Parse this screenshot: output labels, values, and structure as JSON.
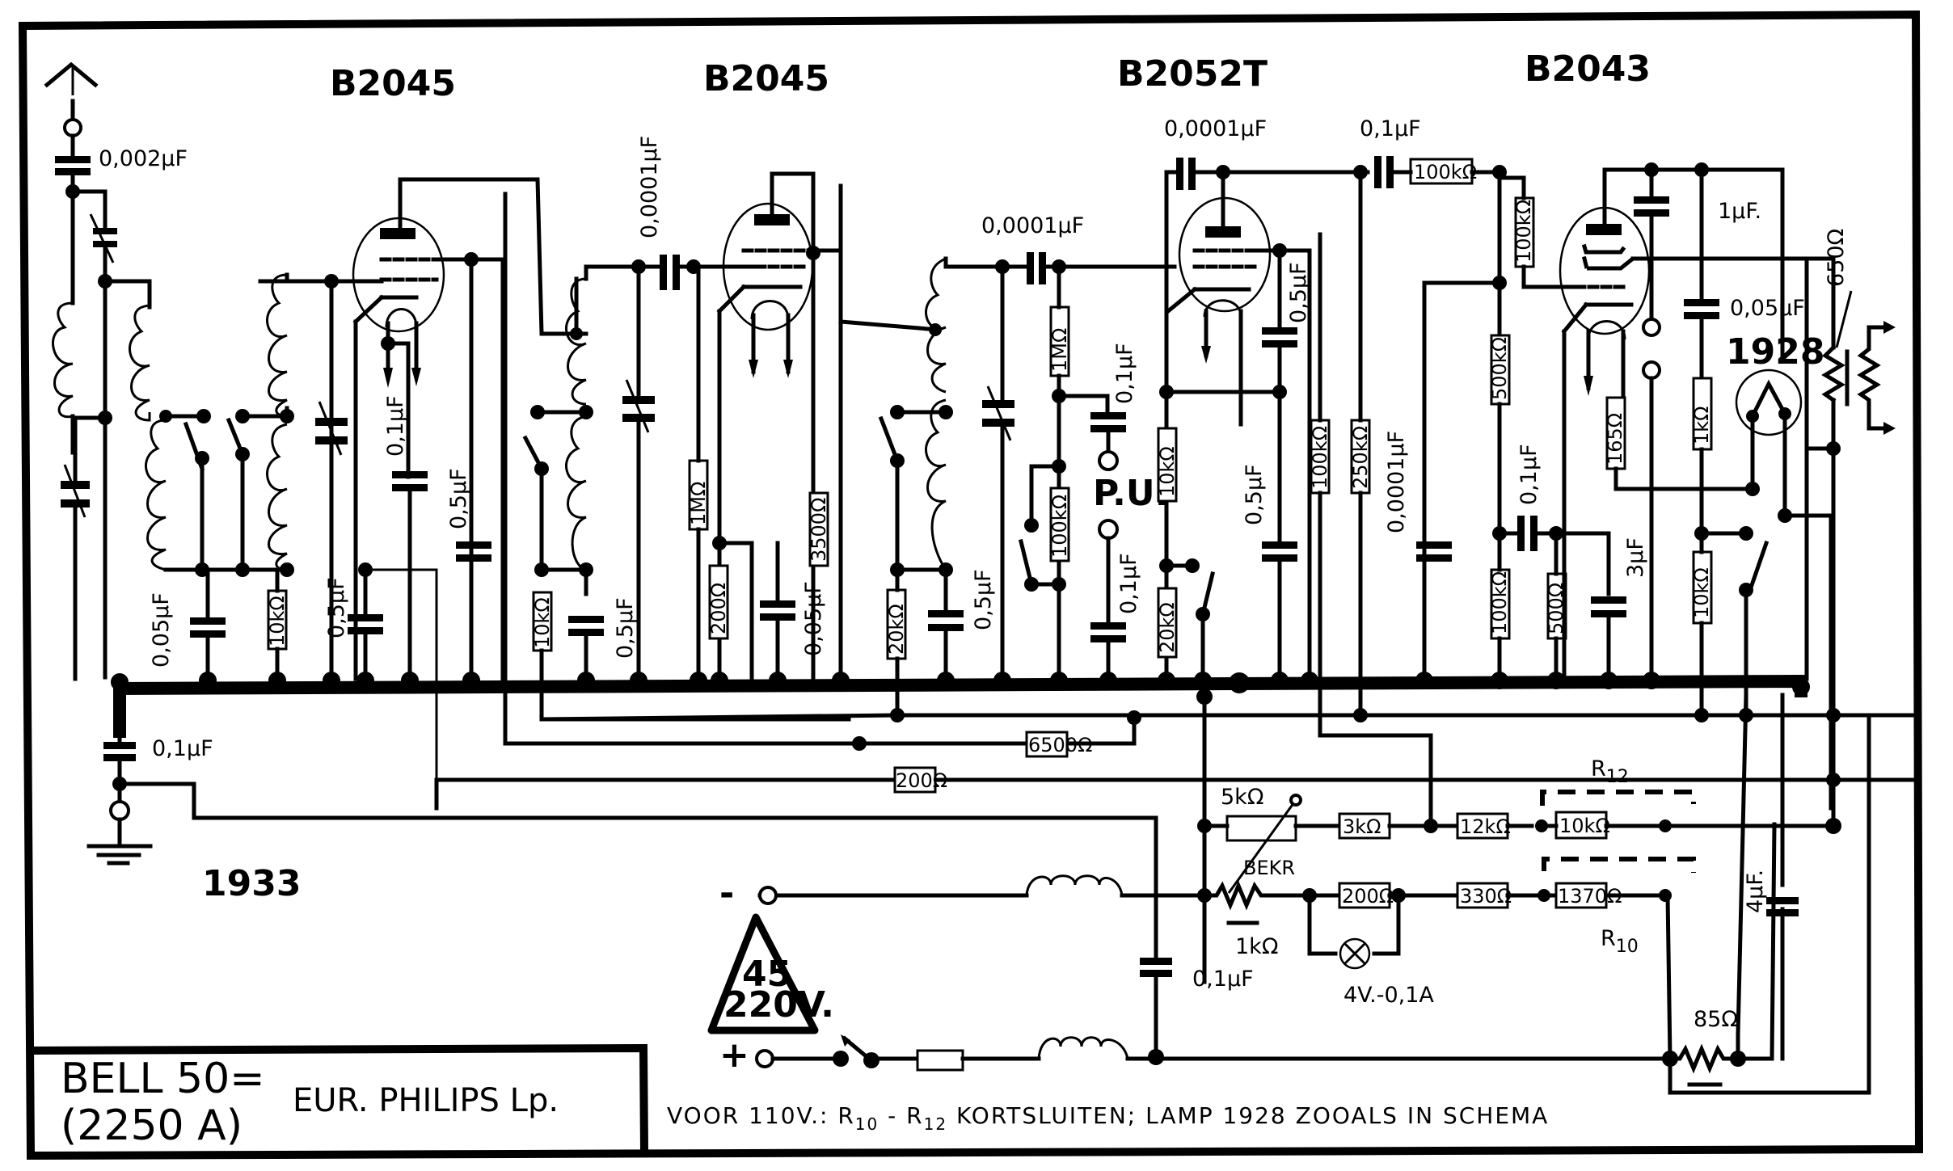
{
  "document": {
    "type": "radio-receiver-schematic",
    "year_label": "1933",
    "title_block": {
      "model_line1": "BELL 50=",
      "model_line2": "(2250 A)",
      "manufacturer": "EUR. PHILIPS Lp."
    },
    "footnote": {
      "prefix": "VOOR 110V.: R",
      "r10_sub": "10",
      "mid": " - R",
      "r12_sub": "12",
      "suffix": " KORTSLUITEN; LAMP 1928 ZOOALS IN SCHEMA"
    },
    "mains_badge": {
      "line1": "45",
      "line2": "220V."
    },
    "supply_terminals": {
      "minus": "-",
      "plus": "+"
    }
  },
  "tubes": [
    {
      "id": "V1",
      "type": "B2045"
    },
    {
      "id": "V2",
      "type": "B2045"
    },
    {
      "id": "V3",
      "type": "B2052T"
    },
    {
      "id": "V4",
      "type": "B2043"
    },
    {
      "id": "rectifier_lamp",
      "type": "1928"
    }
  ],
  "components": {
    "ant_cap": "0,002μF",
    "grid_cap_v2": "0,0001μF",
    "grid_cap_v3": "0,0001μF",
    "anode_cap_v3": "0,0001μF",
    "coupling_cap_v4": "0,1μF",
    "coupling_res_v4": "100kΩ",
    "screen_res_v4": "100kΩ",
    "cap_1uF": "1μF.",
    "cap_005_out": "0,05μF",
    "res_650": "650Ω",
    "cap_005_c1": "0,05μF",
    "res_10k_a": "10kΩ",
    "cap_05_a": "0,5μF",
    "cap_01_v1": "0,1μF",
    "cap_05_v1": "0,5μF",
    "res_10k_b": "10kΩ",
    "cap_05_b": "0,5μF",
    "res_1M_a": "1MΩ",
    "res_200": "200Ω",
    "cap_005_v2": "0,05μF",
    "res_3500": "3500Ω",
    "res_20k_a": "20kΩ",
    "cap_05_c": "0,5μF",
    "res_1M_b": "1MΩ",
    "cap_01_pu": "0,1μF",
    "pickup_label": "P.U.",
    "res_100k_pu": "100kΩ",
    "cap_01_pu2": "0,1μF",
    "res_10k_v3": "10kΩ",
    "res_20k_v3": "20kΩ",
    "cap_05_v3a": "0,5μF",
    "cap_05_v3b": "0,5μF",
    "res_100k_v3": "100kΩ",
    "res_250k": "250kΩ",
    "cap_00001_fb": "0,0001μF",
    "res_500k": "500kΩ",
    "cap_01_v4": "0,1μF",
    "res_100k_v4g": "100kΩ",
    "res_500": "500Ω",
    "cap_3uF": "3μF",
    "res_165": "165Ω",
    "res_1k": "1kΩ",
    "res_10k_out": "10kΩ",
    "cap_01_ground": "0,1μF",
    "res_6500": "6500Ω",
    "res_200_b": "200Ω",
    "pot_5k": "5kΩ",
    "bekr_label": "BEKR",
    "res_1k_bekr": "1kΩ",
    "res_3k": "3kΩ",
    "res_12k": "12kΩ",
    "r12_value": "10kΩ",
    "r12_label": "R",
    "r12_sub": "12",
    "res_200_c": "200Ω",
    "res_330": "330Ω",
    "r10_value": "1370Ω",
    "r10_label": "R",
    "r10_sub": "10",
    "pilot_lamp": "4V.-0,1A",
    "cap_01_mains": "0,1μF",
    "cap_4uF": "4μF.",
    "res_85": "85Ω"
  }
}
